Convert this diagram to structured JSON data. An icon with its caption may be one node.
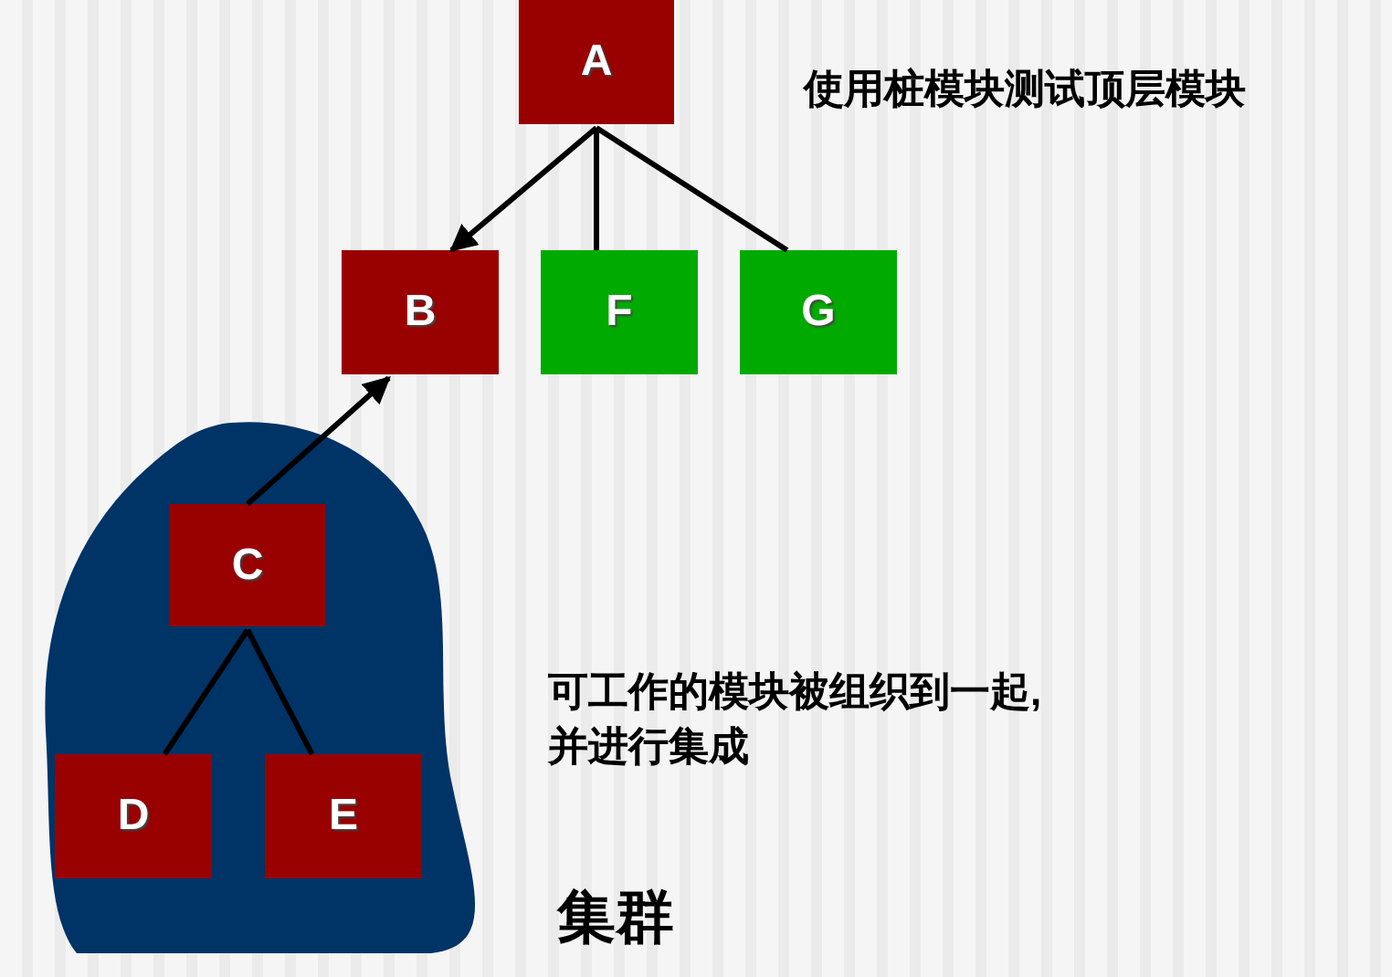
{
  "diagram": {
    "nodes": [
      {
        "text": [
          "A"
        ]
      },
      {
        "text": [
          "B"
        ]
      },
      {
        "text": [
          "F"
        ]
      },
      {
        "text": [
          "G"
        ]
      },
      {
        "text": [],
        "shape": "cloud",
        "beside": [
          "集群"
        ]
      },
      {
        "text": [
          "C"
        ],
        "in": 4
      },
      {
        "text": [
          "D"
        ],
        "in": 4
      },
      {
        "text": [
          "E"
        ],
        "in": 4
      }
    ],
    "edges": [
      {
        "from": 0,
        "to": 1,
        "arrow": "to"
      },
      {
        "from": 0,
        "to": 2,
        "arrow": "none"
      },
      {
        "from": 0,
        "to": 3,
        "arrow": "none"
      },
      {
        "from": 5,
        "to": 1,
        "arrow": "to"
      },
      {
        "from": 5,
        "to": 6,
        "arrow": "none"
      },
      {
        "from": 5,
        "to": 7,
        "arrow": "none"
      }
    ],
    "labels": [
      "使用桩模块测试顶层模块",
      "可工作的模块被组织到一起,并进行集成"
    ]
  }
}
